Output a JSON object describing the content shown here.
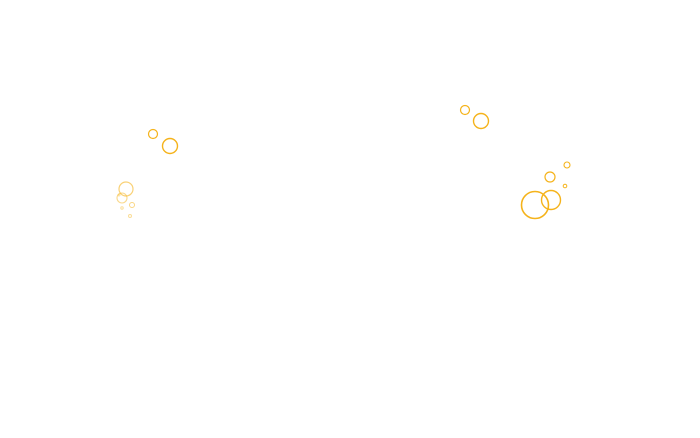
{
  "accent_color": "#f5b31b",
  "groups": [
    {
      "name": "bubble-cluster-left-upper",
      "count": 2
    },
    {
      "name": "bubble-cluster-left-lower",
      "count": 6
    },
    {
      "name": "bubble-cluster-center-right",
      "count": 2
    },
    {
      "name": "bubble-cluster-right",
      "count": 5
    }
  ]
}
